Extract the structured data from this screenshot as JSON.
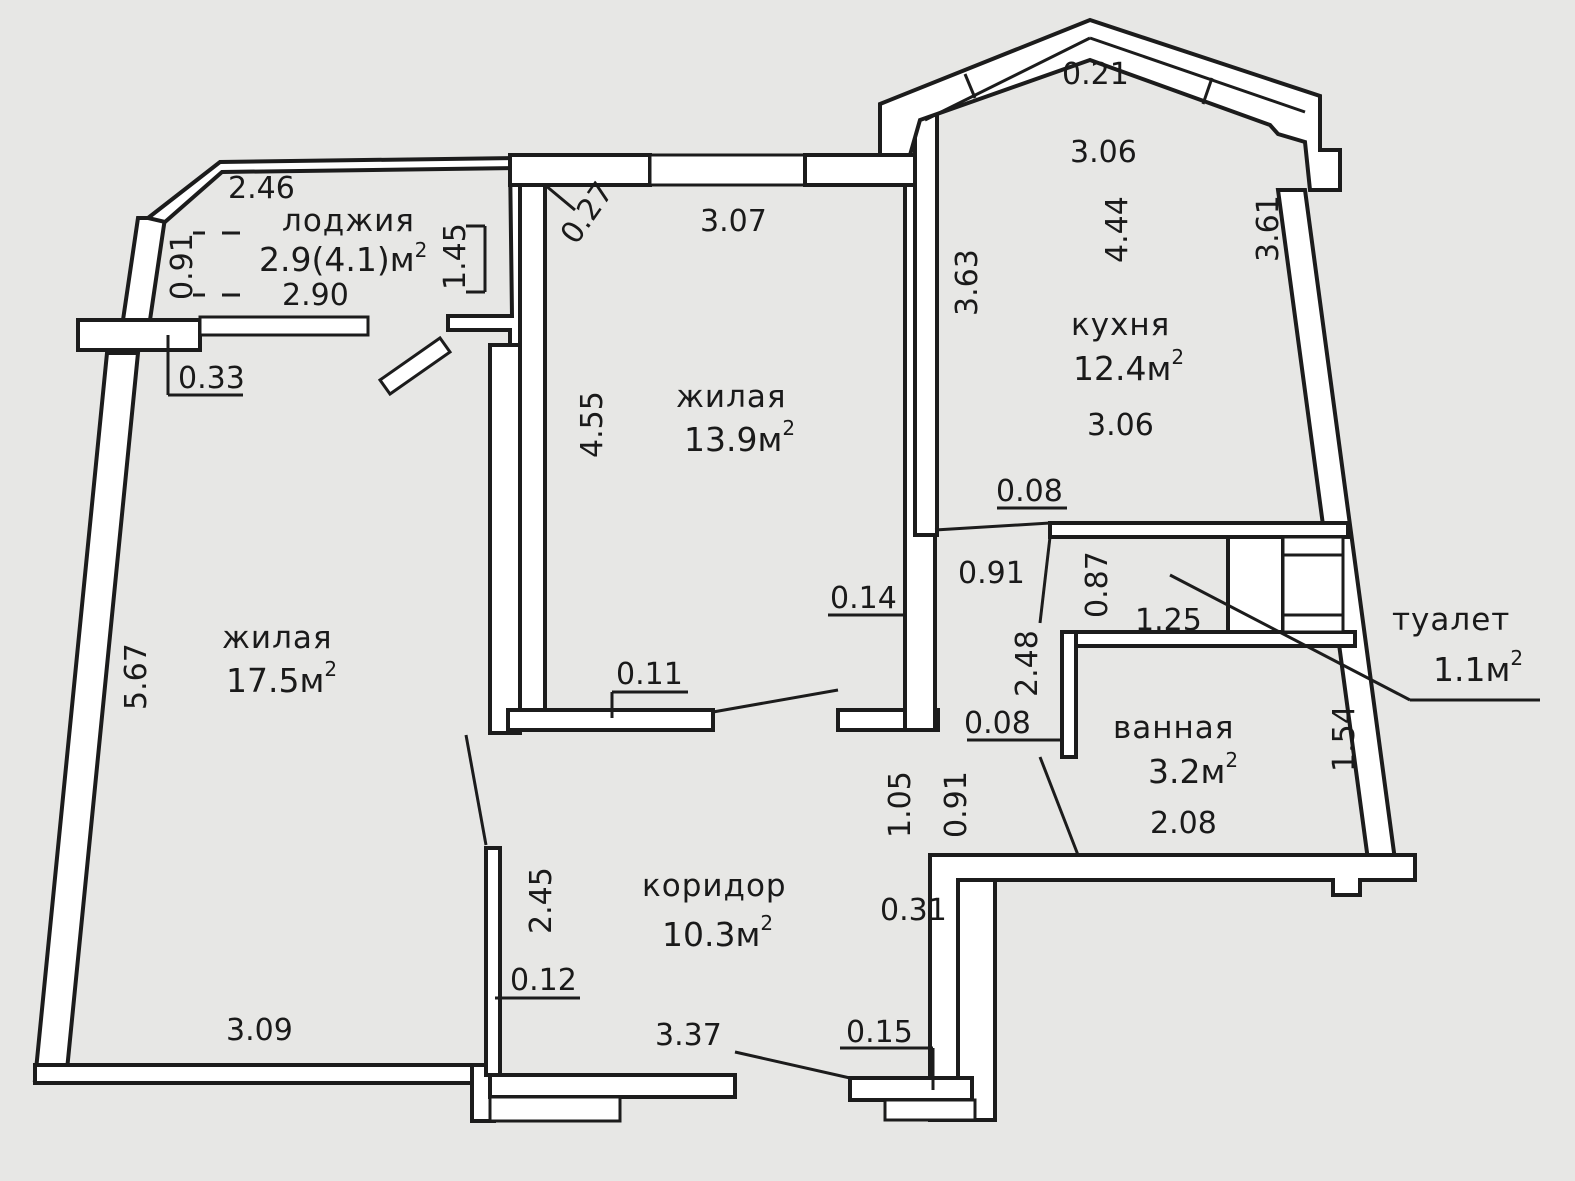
{
  "rooms": {
    "loggia": {
      "name": "лоджия",
      "area": "2.9(4.1)м",
      "sup": "2"
    },
    "bedroom": {
      "name": "жилая",
      "area": "13.9м",
      "sup": "2"
    },
    "living": {
      "name": "жилая",
      "area": "17.5м",
      "sup": "2"
    },
    "kitchen": {
      "name": "кухня",
      "area": "12.4м",
      "sup": "2"
    },
    "corridor": {
      "name": "коридор",
      "area": "10.3м",
      "sup": "2"
    },
    "bathroom": {
      "name": "ванная",
      "area": "3.2м",
      "sup": "2"
    },
    "toilet": {
      "name": "туалет",
      "area": "1.1м",
      "sup": "2"
    }
  },
  "dimensions": {
    "loggia_top": "2.46",
    "loggia_left": "0.91",
    "loggia_right": "1.45",
    "loggia_bottom": "2.90",
    "loggia_wall": "0.33",
    "bedroom_corner": "0.27",
    "bedroom_top": "3.07",
    "bedroom_left": "4.55",
    "bedroom_wall_right": "0.14",
    "bedroom_wall_bottom": "0.11",
    "kitchen_top_wall": "0.21",
    "kitchen_top": "3.06",
    "kitchen_depth": "4.44",
    "kitchen_left": "3.63",
    "kitchen_right": "3.61",
    "kitchen_bottom": "3.06",
    "kitchen_wall_bottom": "0.08",
    "toilet_door": "0.91",
    "toilet_depth": "0.87",
    "toilet_width": "1.25",
    "bath_left_height": "2.48",
    "bath_wall": "0.08",
    "bath_right": "1.54",
    "bath_bottom": "2.08",
    "living_left": "5.67",
    "living_bottom": "3.09",
    "corridor_door_a": "1.05",
    "corridor_door_b": "0.91",
    "corridor_wall_right": "0.31",
    "corridor_left": "2.45",
    "corridor_wall_left": "0.12",
    "corridor_bottom": "3.37",
    "corridor_wall_bottom": "0.15"
  }
}
